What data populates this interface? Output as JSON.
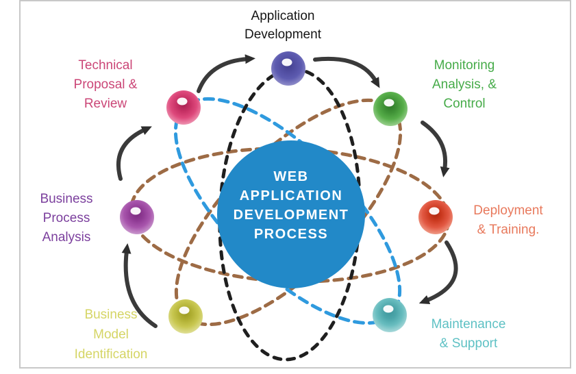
{
  "diagram": {
    "title": "Web Application Development Process diagram",
    "center_circle": {
      "lines": [
        "WEB",
        "APPLICATION",
        "DEVELOPMENT",
        "PROCESS"
      ],
      "fill_color": "#2289c8",
      "text_color": "#ffffff"
    },
    "nodes": [
      {
        "id": "application-development",
        "label_lines": [
          "Application",
          "Development"
        ],
        "label_color": "#151515",
        "sphere_color": "#5d5bb0",
        "position": "top"
      },
      {
        "id": "technical-proposal-review",
        "label_lines": [
          "Technical",
          "Proposal &",
          "Review"
        ],
        "label_color": "#cb4677",
        "sphere_color": "#d94f7a",
        "position": "top-left"
      },
      {
        "id": "monitoring-analysis-control",
        "label_lines": [
          "Monitoring",
          "Analysis, &",
          "Control"
        ],
        "label_color": "#46ab49",
        "sphere_color": "#57ae4a",
        "position": "top-right"
      },
      {
        "id": "deployment-training",
        "label_lines": [
          "Deployment",
          "& Training."
        ],
        "label_color": "#e8795c",
        "sphere_color": "#e25842",
        "position": "right"
      },
      {
        "id": "maintenance-support",
        "label_lines": [
          "Maintenance",
          "& Support"
        ],
        "label_color": "#5ec1c4",
        "sphere_color": "#68bdbf",
        "position": "bottom-right"
      },
      {
        "id": "business-model-identification",
        "label_lines": [
          "Business",
          "Model",
          "Identification"
        ],
        "label_color": "#d5d565",
        "sphere_color": "#c8c750",
        "position": "bottom-left"
      },
      {
        "id": "business-process-analysis",
        "label_lines": [
          "Business",
          "Process",
          "Analysis"
        ],
        "label_color": "#7b3f9d",
        "sphere_color": "#a855ac",
        "position": "left"
      }
    ],
    "orbit_colors": {
      "black": "#1f1f1f",
      "brown": "#9d6b45",
      "blue": "#2f9ade"
    },
    "arrow_color": "#3a3a3a",
    "frame_border_color": "#c8c8c8",
    "flow_direction": "clockwise"
  }
}
